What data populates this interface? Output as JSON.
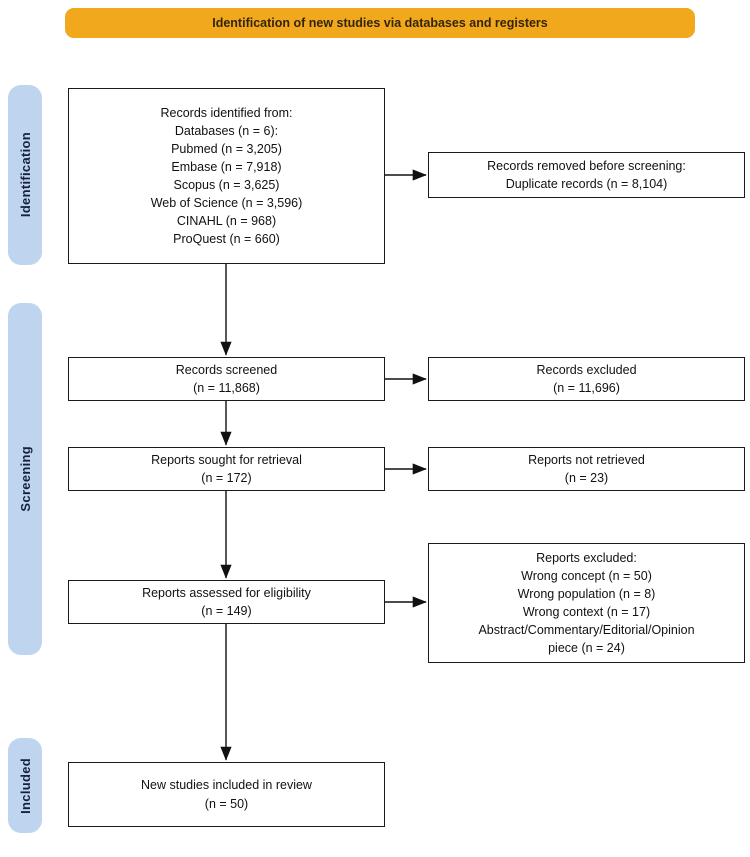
{
  "banner": {
    "label": "Identification of new studies via databases and registers"
  },
  "stage_labels": {
    "identification": "Identification",
    "screening": "Screening",
    "included": "Included"
  },
  "boxes": {
    "records_identified": {
      "lines": [
        "Records identified from:",
        "Databases (n = 6):",
        "Pubmed (n = 3,205)",
        "Embase (n = 7,918)",
        "Scopus (n = 3,625)",
        "Web of Science (n = 3,596)",
        "CINAHL (n = 968)",
        "ProQuest (n = 660)"
      ]
    },
    "records_removed": {
      "lines": [
        "Records removed before screening:",
        "Duplicate records (n = 8,104)"
      ]
    },
    "records_screened": {
      "lines": [
        "Records screened",
        "(n = 11,868)"
      ]
    },
    "records_excluded": {
      "lines": [
        "Records excluded",
        "(n = 11,696)"
      ]
    },
    "reports_sought": {
      "lines": [
        "Reports sought for retrieval",
        "(n = 172)"
      ]
    },
    "reports_not_retrieved": {
      "lines": [
        "Reports not retrieved",
        "(n = 23)"
      ]
    },
    "reports_assessed": {
      "lines": [
        "Reports assessed for eligibility",
        "(n = 149)"
      ]
    },
    "reports_excluded": {
      "lines": [
        "Reports excluded:",
        "Wrong concept (n = 50)",
        "Wrong population (n = 8)",
        "Wrong context (n = 17)",
        "Abstract/Commentary/Editorial/Opinion",
        "piece (n = 24)"
      ]
    },
    "new_studies_included": {
      "lines": [
        "New studies included in review",
        "(n = 50)"
      ]
    }
  },
  "colors": {
    "banner_background": "#F2A81D",
    "stage_tab_background": "#BFD5EF",
    "box_border": "#1a1a1a",
    "arrow": "#111111",
    "page_background": "#ffffff"
  }
}
